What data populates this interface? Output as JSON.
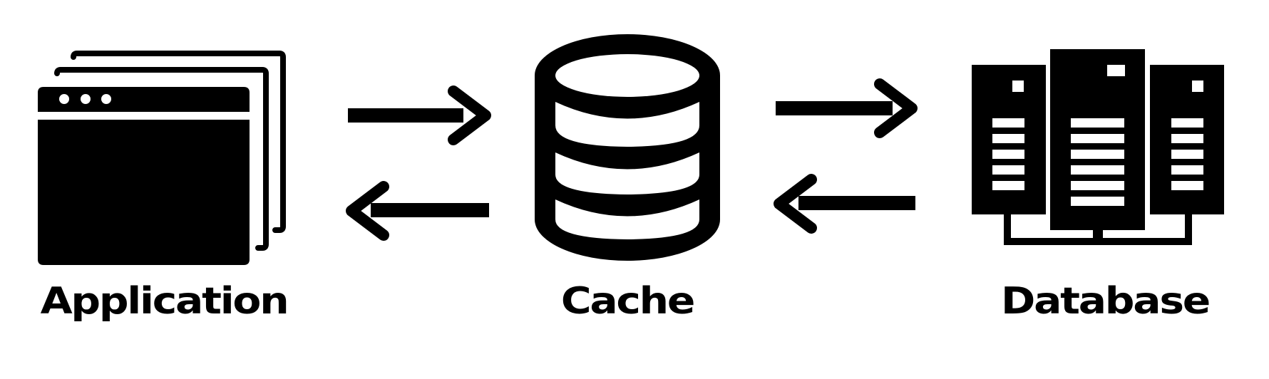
{
  "nodes": [
    {
      "id": "application",
      "label": "Application",
      "icon": "application-windows-icon"
    },
    {
      "id": "cache",
      "label": "Cache",
      "icon": "cache-cylinder-icon"
    },
    {
      "id": "database",
      "label": "Database",
      "icon": "database-servers-icon"
    }
  ],
  "edges": [
    {
      "from": "application",
      "to": "cache"
    },
    {
      "from": "cache",
      "to": "application"
    },
    {
      "from": "cache",
      "to": "database"
    },
    {
      "from": "database",
      "to": "cache"
    }
  ],
  "colors": {
    "foreground": "#000000",
    "background": "#ffffff"
  }
}
